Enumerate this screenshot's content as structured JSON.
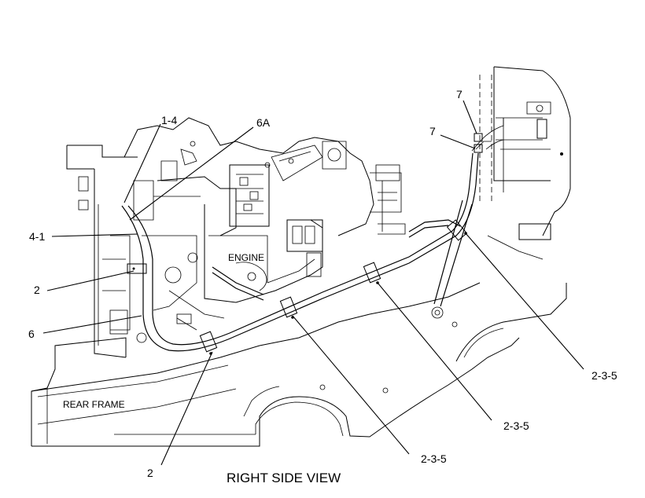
{
  "diagram": {
    "title": "RIGHT SIDE VIEW",
    "frame_label": "REAR FRAME",
    "engine_label": "ENGINE",
    "callouts": [
      {
        "id": "c-1-4",
        "text": "1-4"
      },
      {
        "id": "c-6a",
        "text": "6A"
      },
      {
        "id": "c-4-1",
        "text": "4-1"
      },
      {
        "id": "c-2-upper",
        "text": "2"
      },
      {
        "id": "c-6",
        "text": "6"
      },
      {
        "id": "c-2-lower",
        "text": "2"
      },
      {
        "id": "c-2-3-5-a",
        "text": "2-3-5"
      },
      {
        "id": "c-2-3-5-b",
        "text": "2-3-5"
      },
      {
        "id": "c-2-3-5-c",
        "text": "2-3-5"
      },
      {
        "id": "c-7-upper",
        "text": "7"
      },
      {
        "id": "c-7-lower",
        "text": "7"
      }
    ]
  }
}
